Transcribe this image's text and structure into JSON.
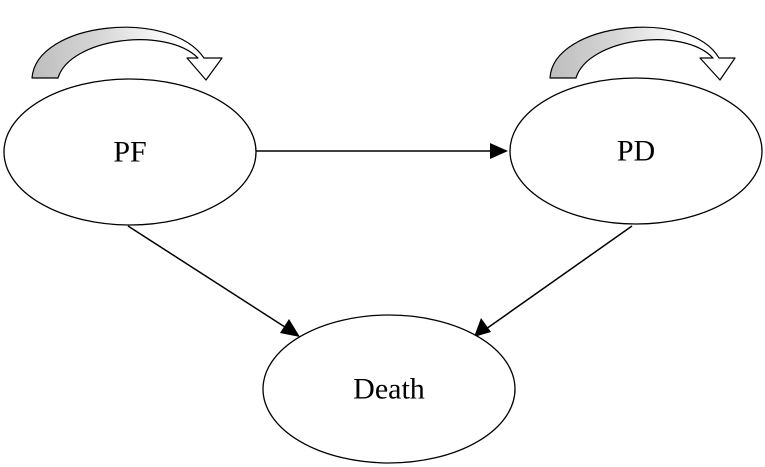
{
  "diagram": {
    "type": "state-transition",
    "nodes": [
      {
        "id": "pf",
        "label": "PF"
      },
      {
        "id": "pd",
        "label": "PD"
      },
      {
        "id": "death",
        "label": "Death"
      }
    ],
    "edges": [
      {
        "from": "pf",
        "to": "pd"
      },
      {
        "from": "pf",
        "to": "death"
      },
      {
        "from": "pd",
        "to": "death"
      },
      {
        "from": "pf",
        "to": "pf"
      },
      {
        "from": "pd",
        "to": "pd"
      }
    ],
    "colors": {
      "stroke": "#000000",
      "background": "#ffffff",
      "loop_shade": "#c8c8c8",
      "loop_light": "#ffffff"
    }
  }
}
